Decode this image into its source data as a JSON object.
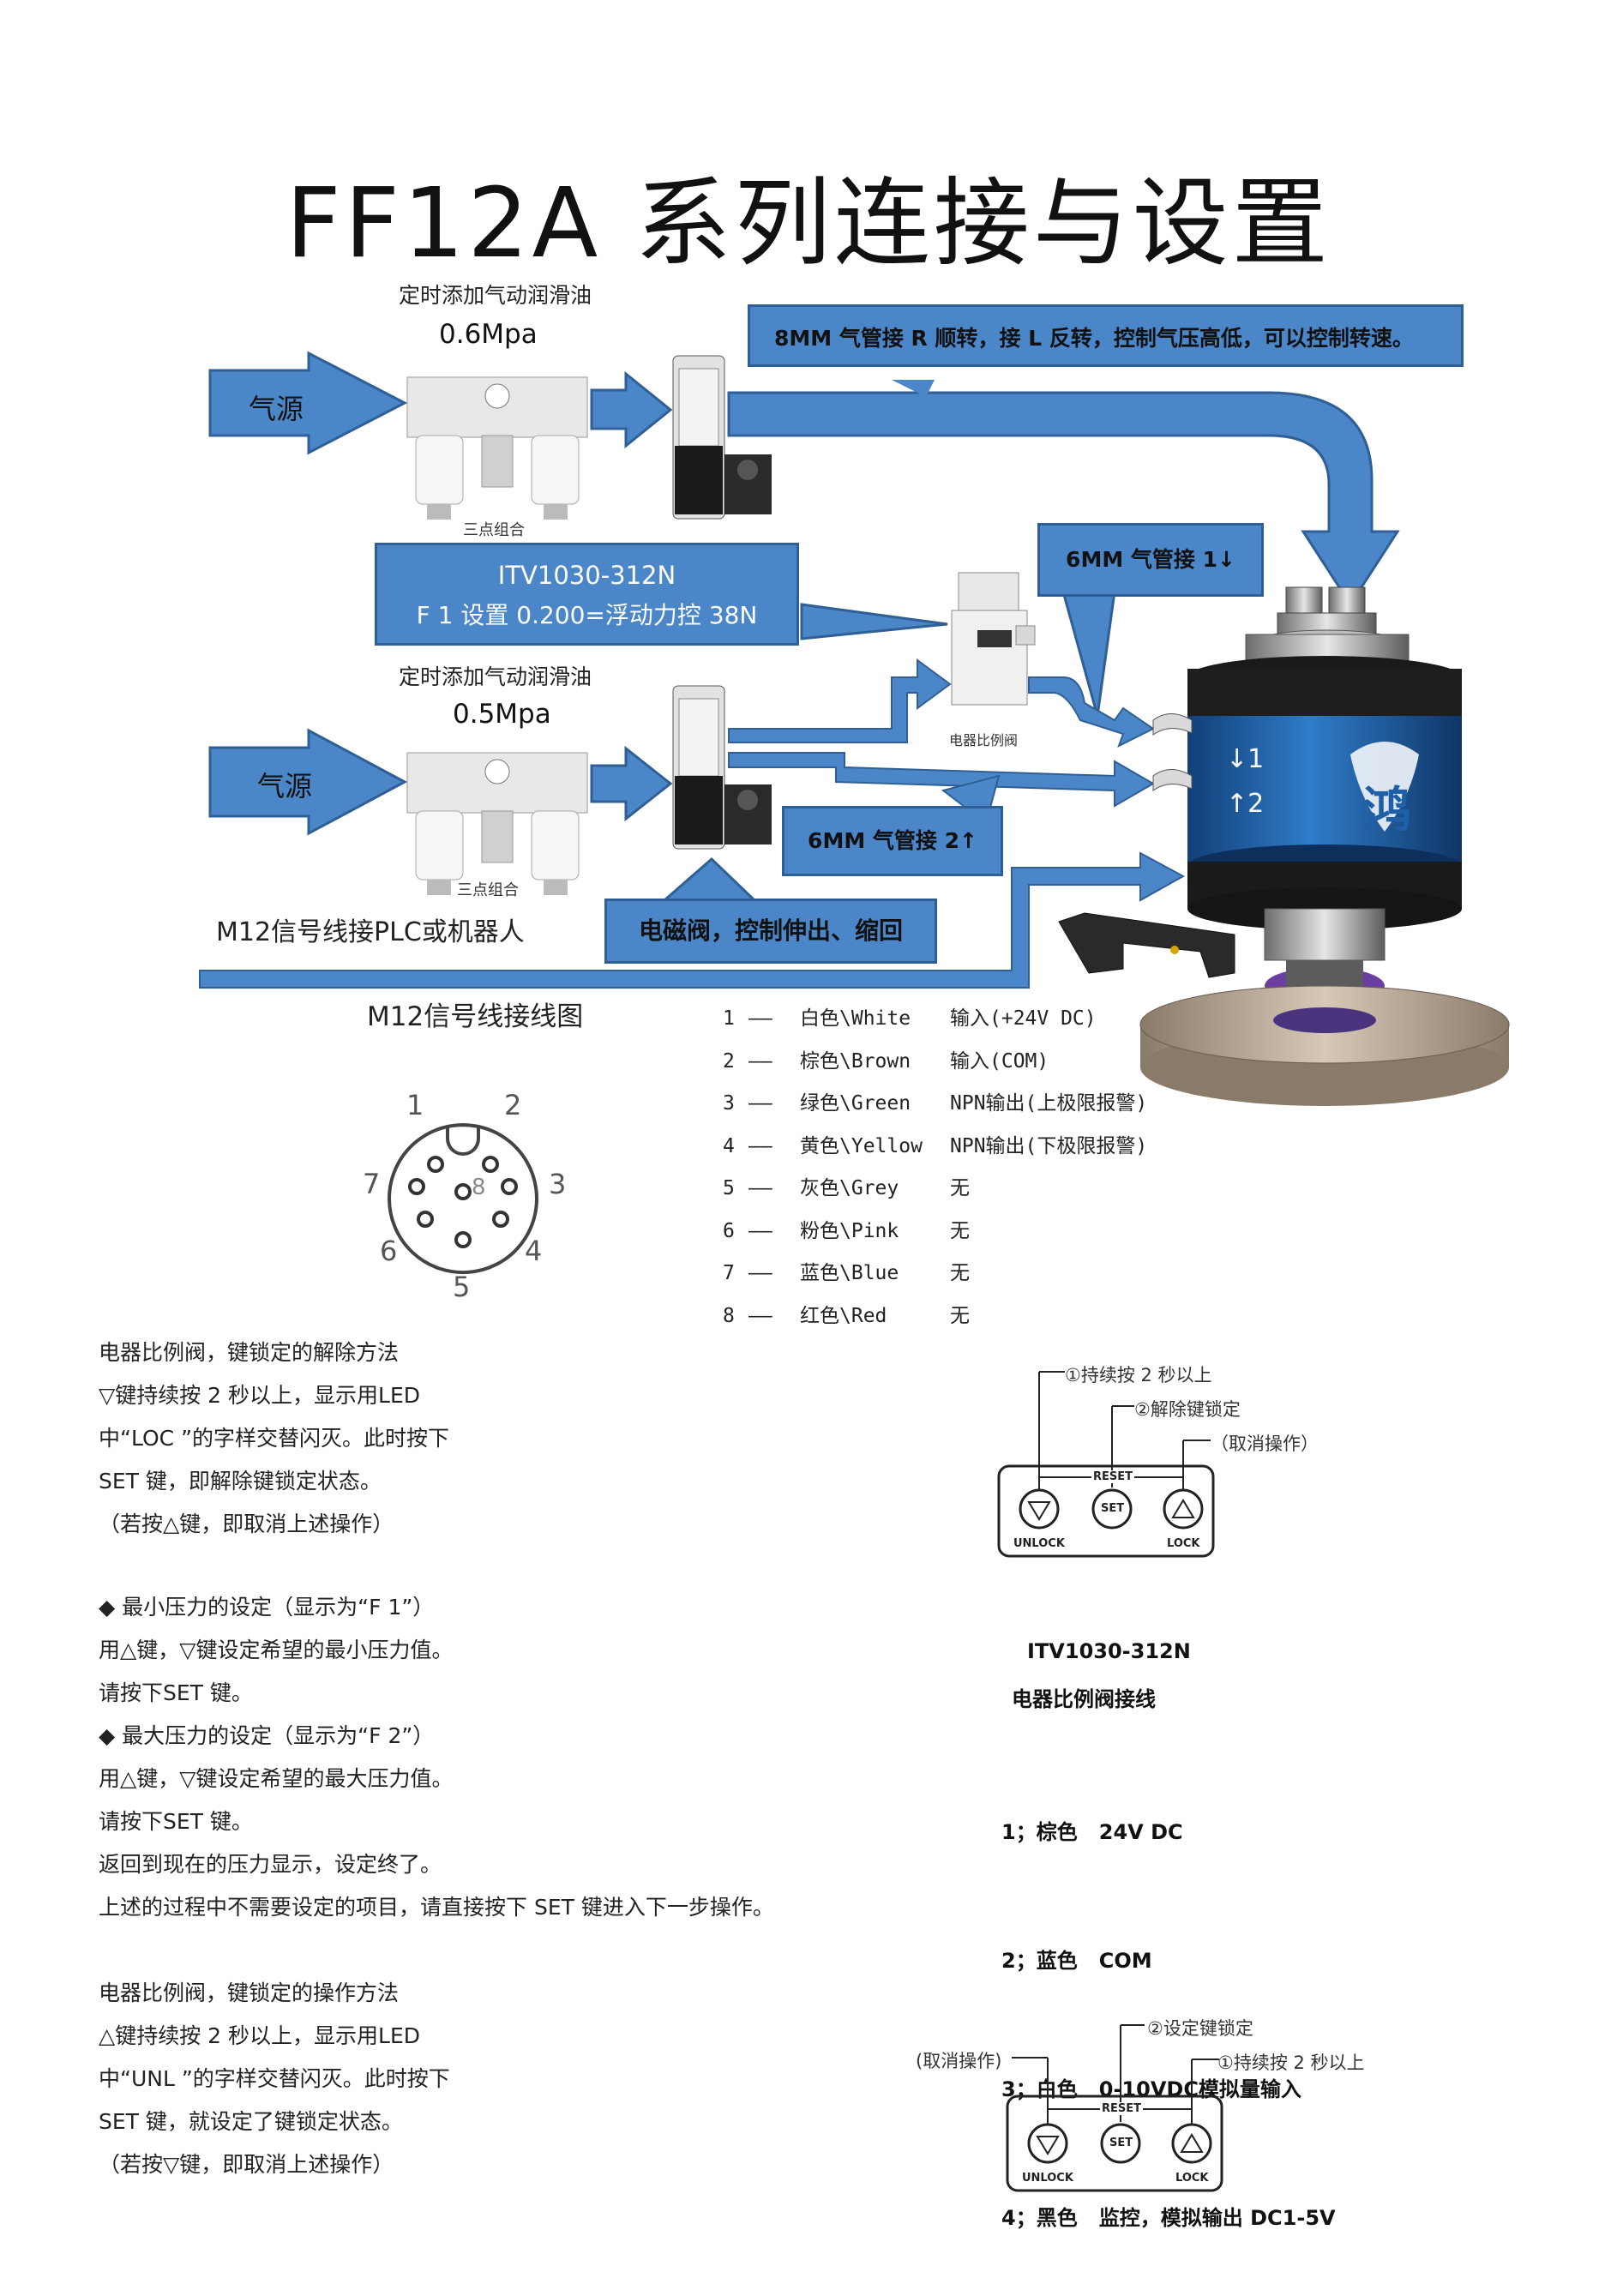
{
  "title": "FF12A 系列连接与设置",
  "top_system": {
    "lube_label": "定时添加气动润滑油",
    "pressure": "0.6Mpa",
    "source_label": "气源",
    "frl_caption": "三点组合"
  },
  "callout_8mm": "8MM 气管接 R 顺转，接 L 反转，控制气压高低，可以控制转速。",
  "callout_6mm_1": "6MM 气管接 1↓",
  "itv_box": {
    "model": "ITV1030-312N",
    "setting": "F 1 设置 0.200=浮动力控 38N"
  },
  "bottom_system": {
    "lube_label": "定时添加气动润滑油",
    "pressure": "0.5Mpa",
    "source_label": "气源",
    "frl_caption": "三点组合"
  },
  "electric_valve_caption": "电器比例阀",
  "callout_6mm_2": "6MM 气管接 2↑",
  "solenoid_box": "电磁阀，控制伸出、缩回",
  "m12_plc": "M12信号线接PLC或机器人",
  "m12_wiring_title": "M12信号线接线图",
  "device_marks": {
    "port1": "↓1",
    "port2": "↑2",
    "brand": "鸿"
  },
  "connector_numbers": [
    "1",
    "2",
    "3",
    "4",
    "5",
    "6",
    "7",
    "8"
  ],
  "m12_pins": [
    {
      "num": "1",
      "color": "白色\\White",
      "func": "输入(+24V DC)"
    },
    {
      "num": "2",
      "color": "棕色\\Brown",
      "func": "输入(COM)"
    },
    {
      "num": "3",
      "color": "绿色\\Green",
      "func": "NPN输出(上极限报警)"
    },
    {
      "num": "4",
      "color": "黄色\\Yellow",
      "func": "NPN输出(下极限报警)"
    },
    {
      "num": "5",
      "color": "灰色\\Grey",
      "func": "无"
    },
    {
      "num": "6",
      "color": "粉色\\Pink",
      "func": "无"
    },
    {
      "num": "7",
      "color": "蓝色\\Blue",
      "func": "无"
    },
    {
      "num": "8",
      "color": "红色\\Red",
      "func": "无"
    }
  ],
  "unlock_text": [
    "电器比例阀，键锁定的解除方法",
    "▽键持续按 2 秒以上，显示用LED",
    "中“LOC ”的字样交替闪灭。此时按下",
    "SET 键，即解除键锁定状态。",
    "（若按△键，即取消上述操作）"
  ],
  "panel1": {
    "ann1": "①持续按 2 秒以上",
    "ann2": "②解除键锁定",
    "ann3": "（取消操作）",
    "reset": "RESET",
    "set": "SET",
    "unlock": "UNLOCK",
    "lock": "LOCK"
  },
  "pressure_text": [
    "◆ 最小压力的设定（显示为“F 1”）",
    "用△键，▽键设定希望的最小压力值。",
    "请按下SET 键。",
    "◆ 最大压力的设定（显示为“F 2”）",
    "用△键，▽键设定希望的最大压力值。",
    "请按下SET 键。",
    "返回到现在的压力显示，设定终了。",
    "上述的过程中不需要设定的项目，请直接按下 SET 键进入下一步操作。"
  ],
  "itv_wiring": {
    "model": "ITV1030-312N",
    "title": "电器比例阀接线",
    "lines": [
      "1；棕色   24V DC",
      "2；蓝色   COM",
      "3；白色   0-10VDC模拟量输入",
      "4；黑色   监控，模拟输出 DC1-5V"
    ]
  },
  "lock_text": [
    "电器比例阀，键锁定的操作方法",
    "△键持续按 2 秒以上，显示用LED",
    "中“UNL ”的字样交替闪灭。此时按下",
    "SET 键，就设定了键锁定状态。",
    "（若按▽键，即取消上述操作）"
  ],
  "panel2": {
    "ann1": "②设定键锁定",
    "ann2": "(取消操作)",
    "ann3": "①持续按 2 秒以上",
    "reset": "RESET",
    "set": "SET",
    "unlock": "UNLOCK",
    "lock": "LOCK"
  },
  "colors": {
    "arrow_blue": "#4a86c8",
    "arrow_edge": "#2f5f95",
    "device_blue": "#1f5fa8"
  }
}
